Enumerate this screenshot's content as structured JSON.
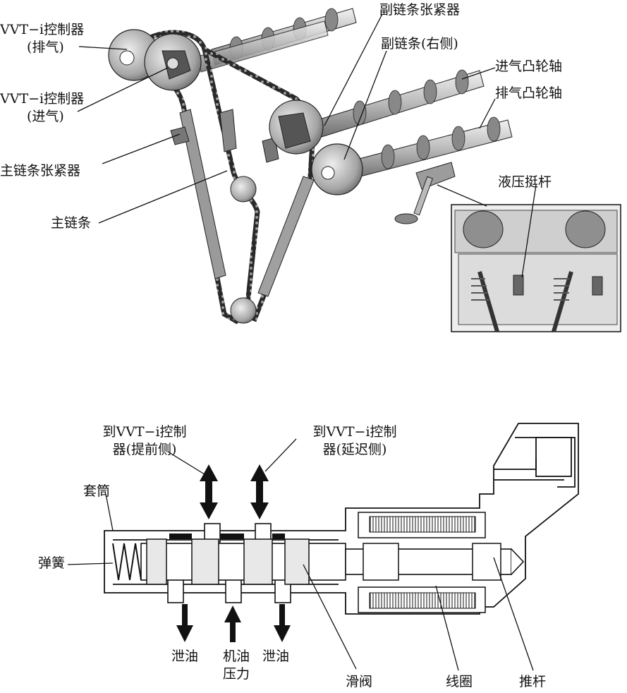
{
  "top": {
    "vvt_exhaust": [
      "VVT−i控制器",
      "(排气)"
    ],
    "vvt_intake": [
      "VVT−i控制器",
      "(进气)"
    ],
    "main_tensioner": "主链条张紧器",
    "main_chain": "主链条",
    "sub_tensioner": "副链条张紧器",
    "sub_chain": "副链条(右侧)",
    "intake_cam": "进气凸轮轴",
    "exhaust_cam": "排气凸轮轴",
    "hydraulic_lifter": "液压挺杆"
  },
  "bottom": {
    "to_advance": [
      "到VVT−i控制",
      "器(提前侧)"
    ],
    "to_retard": [
      "到VVT−i控制",
      "器(延迟侧)"
    ],
    "sleeve": "套筒",
    "spring": "弹簧",
    "drain_left": "泄油",
    "oil_pressure": [
      "机油",
      "压力"
    ],
    "drain_right": "泄油",
    "spool_valve": "滑阀",
    "coil": "线圈",
    "push_rod": "推杆"
  },
  "colors": {
    "ink": "#111111",
    "metal_light": "#d9d9d9",
    "metal_mid": "#a8a8a8",
    "metal_dark": "#6e6e6e",
    "inset_bg": "#eeeeee"
  }
}
